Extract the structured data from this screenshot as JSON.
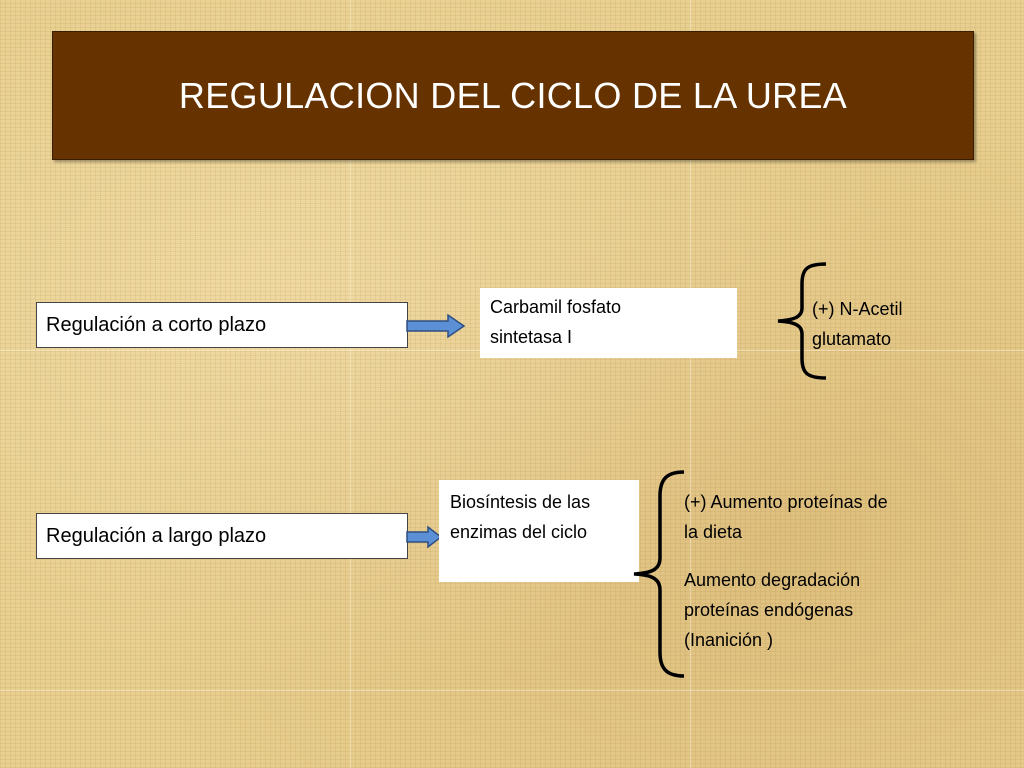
{
  "title": "REGULACION DEL CICLO DE LA UREA",
  "colors": {
    "title_background": "#663300",
    "title_text": "#ffffff",
    "arrow_fill": "#5b8fd6",
    "arrow_stroke": "#2f4f80",
    "background": "#e8cf8f"
  },
  "short_term": {
    "label": "Regulación a corto plazo",
    "enzyme_line1": "Carbamil fosfato",
    "enzyme_line2": "sintetasa I",
    "effector_line1": "(+) N-Acetil",
    "effector_line2": "glutamato"
  },
  "long_term": {
    "label": "Regulación a largo plazo",
    "process_line1": "Biosíntesis de las",
    "process_line2": "enzimas del ciclo",
    "factor1_line1": "(+) Aumento proteínas de",
    "factor1_line2": "la dieta",
    "factor2_line1": "Aumento degradación",
    "factor2_line2": "proteínas endógenas",
    "factor2_line3": "(Inanición )"
  }
}
